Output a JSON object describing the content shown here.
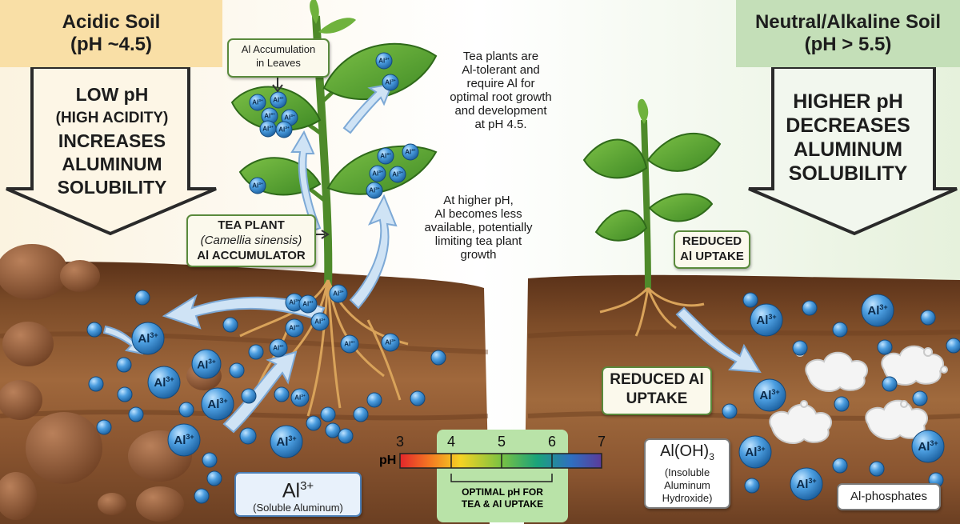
{
  "left_header": {
    "title": "Acidic Soil",
    "ph": "(pH ~4.5)"
  },
  "right_header": {
    "title": "Neutral/Alkaline Soil",
    "ph": "(pH > 5.5)"
  },
  "left_arrow": {
    "line1": "LOW pH",
    "line2": "(HIGH ACIDITY)",
    "line3": "INCREASES",
    "line4": "ALUMINUM",
    "line5": "SOLUBILITY"
  },
  "right_arrow": {
    "line1": "HIGHER pH",
    "line2": "DECREASES",
    "line3": "ALUMINUM",
    "line4": "SOLUBILITY"
  },
  "al_accum_box": {
    "line1": "Al Accumulation",
    "line2": "in Leaves"
  },
  "tea_plant_box": {
    "line1": "TEA PLANT",
    "line2": "Camellia sinensis",
    "line3": "Al ACCUMULATOR"
  },
  "note_tolerant": [
    "Tea plants are",
    "Al-tolerant and",
    "require Al for",
    "optimal root growth",
    "and development",
    "at pH 4.5."
  ],
  "note_higher_ph": [
    "At higher pH,",
    "Al becomes less",
    "available, potentially",
    "limiting tea plant",
    "growth"
  ],
  "reduced_uptake_small": {
    "line1": "REDUCED",
    "line2": "Al UPTAKE"
  },
  "reduced_uptake_large": {
    "line1": "REDUCED Al",
    "line2": "UPTAKE"
  },
  "soluble_al_box": {
    "formula": "Al",
    "charge": "3+",
    "desc": "(Soluble Aluminum)"
  },
  "aloh3_box": {
    "formula": "Al(OH)",
    "sub": "3",
    "line2": "(Insoluble",
    "line3": "Aluminum",
    "line4": "Hydroxide)"
  },
  "al_phosphates": "Al-phosphates",
  "ion_label": {
    "base": "Al",
    "charge": "3+"
  },
  "ph_scale": {
    "label": "pH",
    "ticks": [
      "3",
      "4",
      "5",
      "6",
      "7"
    ],
    "optimal_line1": "OPTIMAL pH FOR",
    "optimal_line2": "TEA & Al UPTAKE"
  },
  "colors": {
    "soil_dark": "#6b3f22",
    "soil_mid": "#8a5530",
    "ion_blue": "#3d8fd6",
    "leaf_green": "#4e9a2e",
    "optimal_band": "#b9e3a8"
  }
}
